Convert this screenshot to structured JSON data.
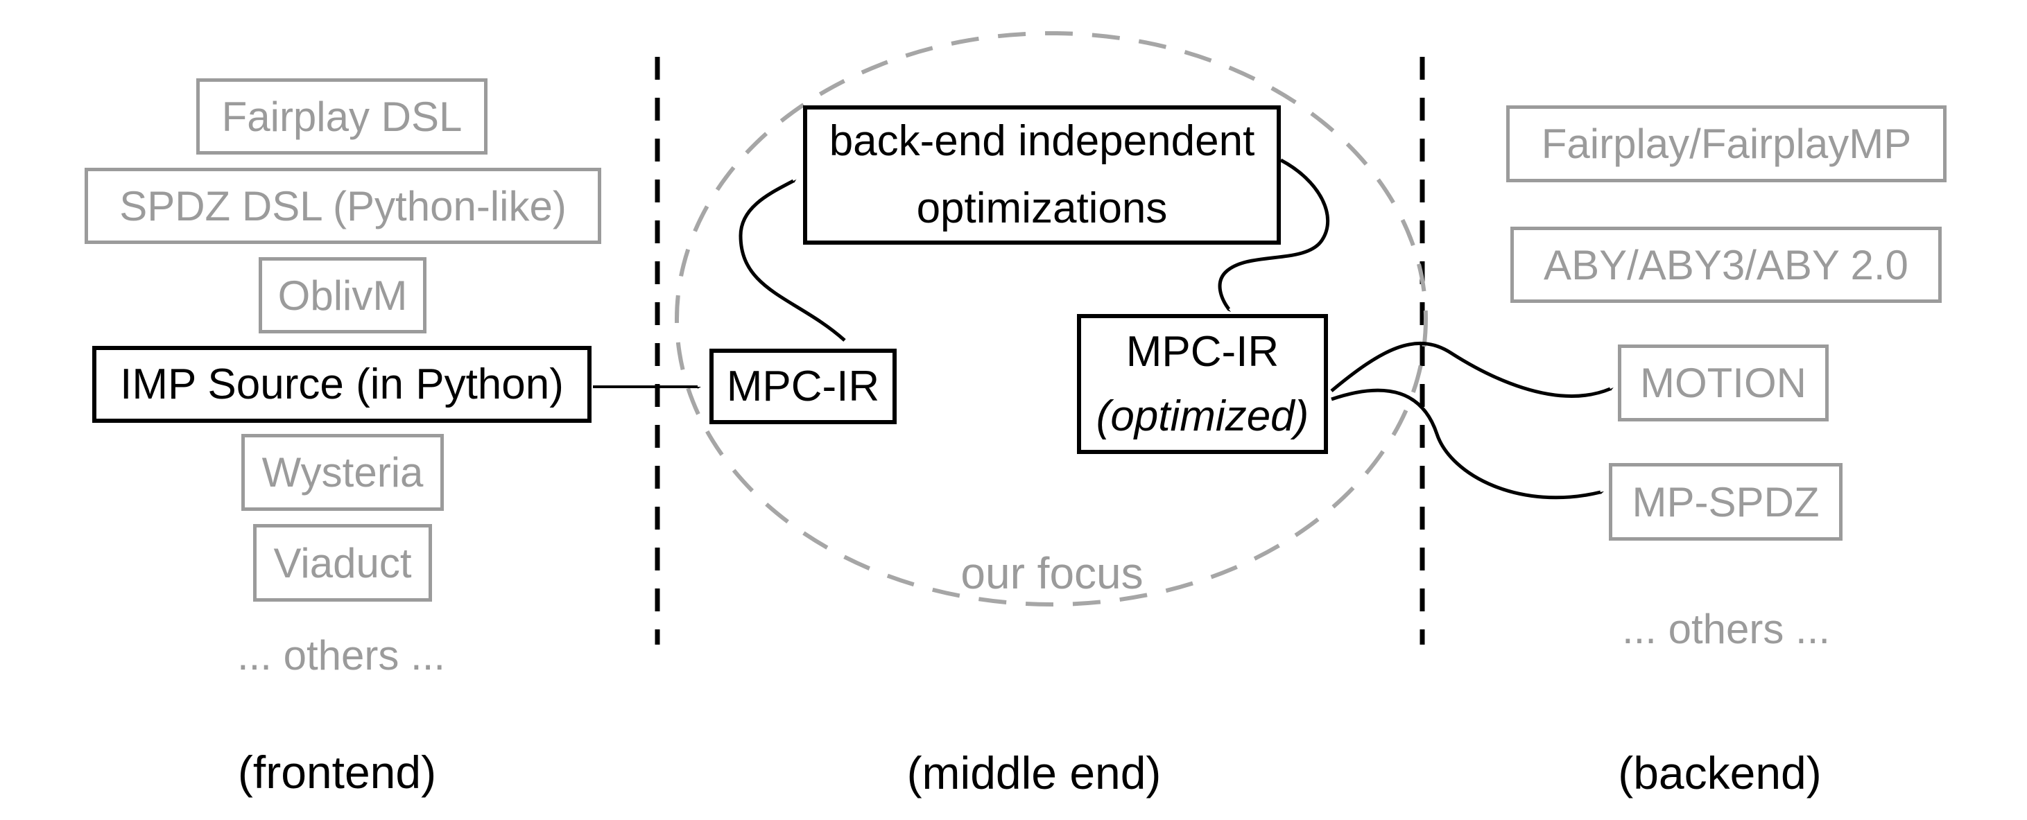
{
  "colors": {
    "gray": "#9b9b9b",
    "black": "#000000",
    "ellipse_gray": "#a6a6a6"
  },
  "frontend": {
    "items": [
      {
        "label": "Fairplay DSL"
      },
      {
        "label": "SPDZ DSL (Python-like)"
      },
      {
        "label": "OblivM"
      },
      {
        "label": "IMP Source (in Python)"
      },
      {
        "label": "Wysteria"
      },
      {
        "label": "Viaduct"
      }
    ],
    "others": "... others ...",
    "stage_label": "(frontend)"
  },
  "middle": {
    "optimizations_line1": "back-end independent",
    "optimizations_line2": "optimizations",
    "mpc_ir": "MPC-IR",
    "mpc_ir_optimized_line1": "MPC-IR",
    "mpc_ir_optimized_line2": "(optimized)",
    "focus_note": "our focus",
    "stage_label": "(middle end)"
  },
  "backend": {
    "items": [
      {
        "label": "Fairplay/FairplayMP"
      },
      {
        "label": "ABY/ABY3/ABY 2.0"
      },
      {
        "label": "MOTION"
      },
      {
        "label": "MP-SPDZ"
      }
    ],
    "others": "... others ...",
    "stage_label": "(backend)"
  }
}
